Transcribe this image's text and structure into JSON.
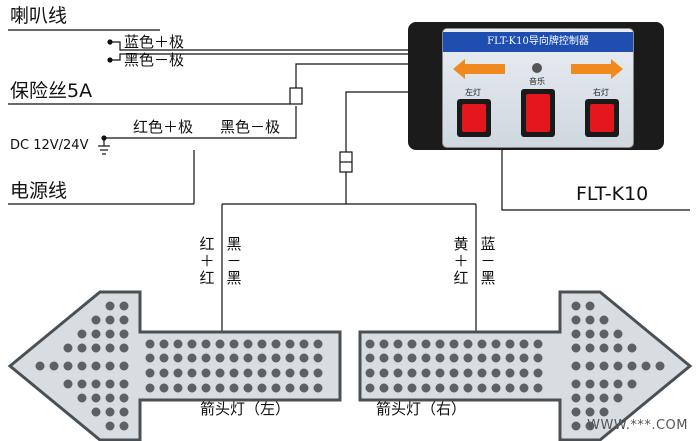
{
  "labels": {
    "horn_wire": "喇叭线",
    "blue_pos": "蓝色＋极",
    "black_neg_top": "黑色－极",
    "fuse": "保险丝5A",
    "dc_power": "DC 12V/24V",
    "red_pos": "红色＋极",
    "black_neg": "黑色－极",
    "power_wire": "电源线",
    "model": "FLT-K10",
    "left_arrow_caption": "箭头灯（左）",
    "right_arrow_caption": "箭头灯（右）",
    "watermark": "WWW.***.COM"
  },
  "left_arrow_wires": {
    "col1": [
      "红",
      "＋",
      "红"
    ],
    "col2": [
      "黑",
      "－",
      "黑"
    ]
  },
  "right_arrow_wires": {
    "col1": [
      "黄",
      "＋",
      "红"
    ],
    "col2": [
      "蓝",
      "－",
      "黑"
    ]
  },
  "controller": {
    "title": "FLT-K10导向牌控制器",
    "music": "音乐",
    "left_light": "左灯",
    "right_light": "右灯"
  },
  "colors": {
    "line": "#111111",
    "panel_blue": "#1e4fb0",
    "switch_red": "#e3171d",
    "led_orange": "#f08a1e"
  }
}
